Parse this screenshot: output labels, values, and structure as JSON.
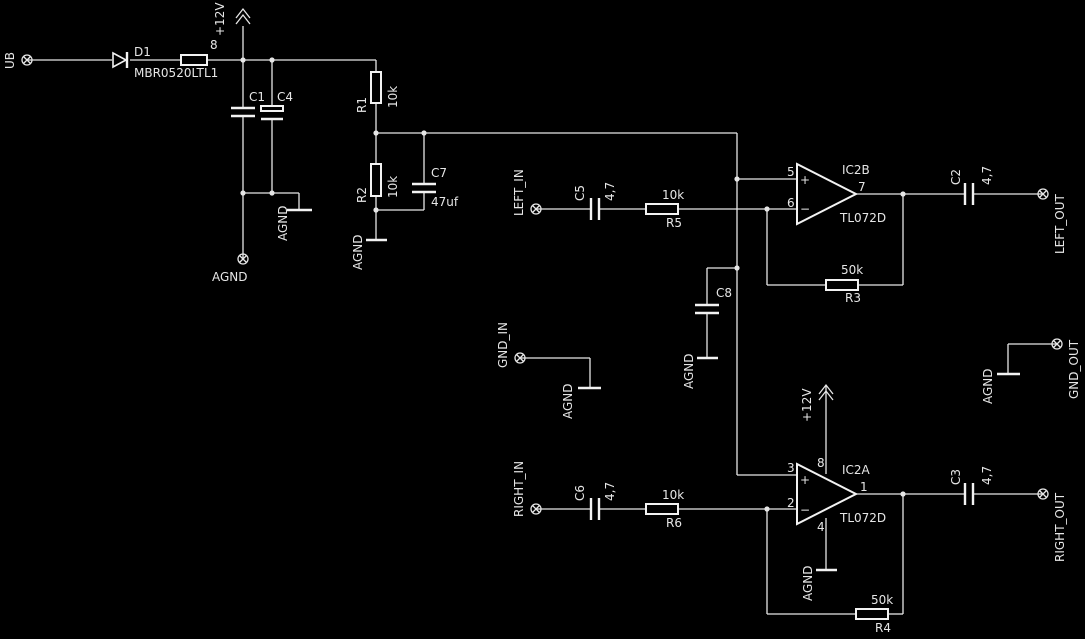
{
  "supply": {
    "ub": "UB",
    "d1": "D1",
    "d1_value": "MBR0520LT",
    "l1": "L1",
    "pin8": "8",
    "v12": "+12V",
    "c1": "C1",
    "c4": "C4",
    "agnd_a": "AGND",
    "agnd_b": "AGND"
  },
  "bias": {
    "r1": "R1",
    "r1_value": "10k",
    "r2": "R2",
    "r2_value": "10k",
    "c7": "C7",
    "c7_value": "47uf",
    "agnd": "AGND"
  },
  "left_channel": {
    "input": "LEFT_IN",
    "c5": "C5",
    "c5_value": "4,7",
    "r5": "R5",
    "r5_value": "10k",
    "opamp": "IC2B",
    "opamp_part": "TL072D",
    "pin_noninv": "5",
    "pin_inv": "6",
    "pin_out": "7",
    "plus": "+",
    "minus": "−",
    "r3": "R3",
    "r3_value": "50k",
    "c2": "C2",
    "c2_value": "4,7",
    "output": "LEFT_OUT"
  },
  "decoupling": {
    "c8": "C8",
    "agnd": "AGND"
  },
  "grounds": {
    "gnd_in": "GND_IN",
    "gnd_in_agnd": "AGND",
    "gnd_out": "GND_OUT",
    "gnd_out_agnd": "AGND"
  },
  "right_channel": {
    "v12": "+12V",
    "input": "RIGHT_IN",
    "c6": "C6",
    "c6_value": "4,7",
    "r6": "R6",
    "r6_value": "10k",
    "opamp": "IC2A",
    "opamp_part": "TL072D",
    "pin_noninv": "3",
    "pin_inv": "2",
    "pin_out": "1",
    "pin_vcc": "8",
    "pin_gnd": "4",
    "plus": "+",
    "minus": "−",
    "agnd": "AGND",
    "r4": "R4",
    "r4_value": "50k",
    "c3": "C3",
    "c3_value": "4,7",
    "output": "RIGHT_OUT"
  }
}
